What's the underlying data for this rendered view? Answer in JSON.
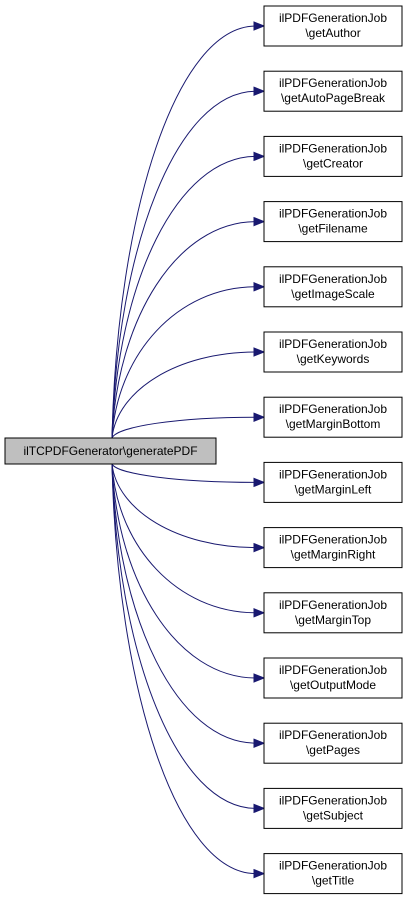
{
  "diagram": {
    "edge_color": "#191970",
    "source": {
      "id": "src",
      "label": "ilTCPDFGenerator\\generatePDF",
      "fill": "#bfbfbf"
    },
    "targets": [
      {
        "line1": "ilPDFGenerationJob",
        "line2": "\\getAuthor"
      },
      {
        "line1": "ilPDFGenerationJob",
        "line2": "\\getAutoPageBreak"
      },
      {
        "line1": "ilPDFGenerationJob",
        "line2": "\\getCreator"
      },
      {
        "line1": "ilPDFGenerationJob",
        "line2": "\\getFilename"
      },
      {
        "line1": "ilPDFGenerationJob",
        "line2": "\\getImageScale"
      },
      {
        "line1": "ilPDFGenerationJob",
        "line2": "\\getKeywords"
      },
      {
        "line1": "ilPDFGenerationJob",
        "line2": "\\getMarginBottom"
      },
      {
        "line1": "ilPDFGenerationJob",
        "line2": "\\getMarginLeft"
      },
      {
        "line1": "ilPDFGenerationJob",
        "line2": "\\getMarginRight"
      },
      {
        "line1": "ilPDFGenerationJob",
        "line2": "\\getMarginTop"
      },
      {
        "line1": "ilPDFGenerationJob",
        "line2": "\\getOutputMode"
      },
      {
        "line1": "ilPDFGenerationJob",
        "line2": "\\getPages"
      },
      {
        "line1": "ilPDFGenerationJob",
        "line2": "\\getSubject"
      },
      {
        "line1": "ilPDFGenerationJob",
        "line2": "\\getTitle"
      }
    ]
  }
}
